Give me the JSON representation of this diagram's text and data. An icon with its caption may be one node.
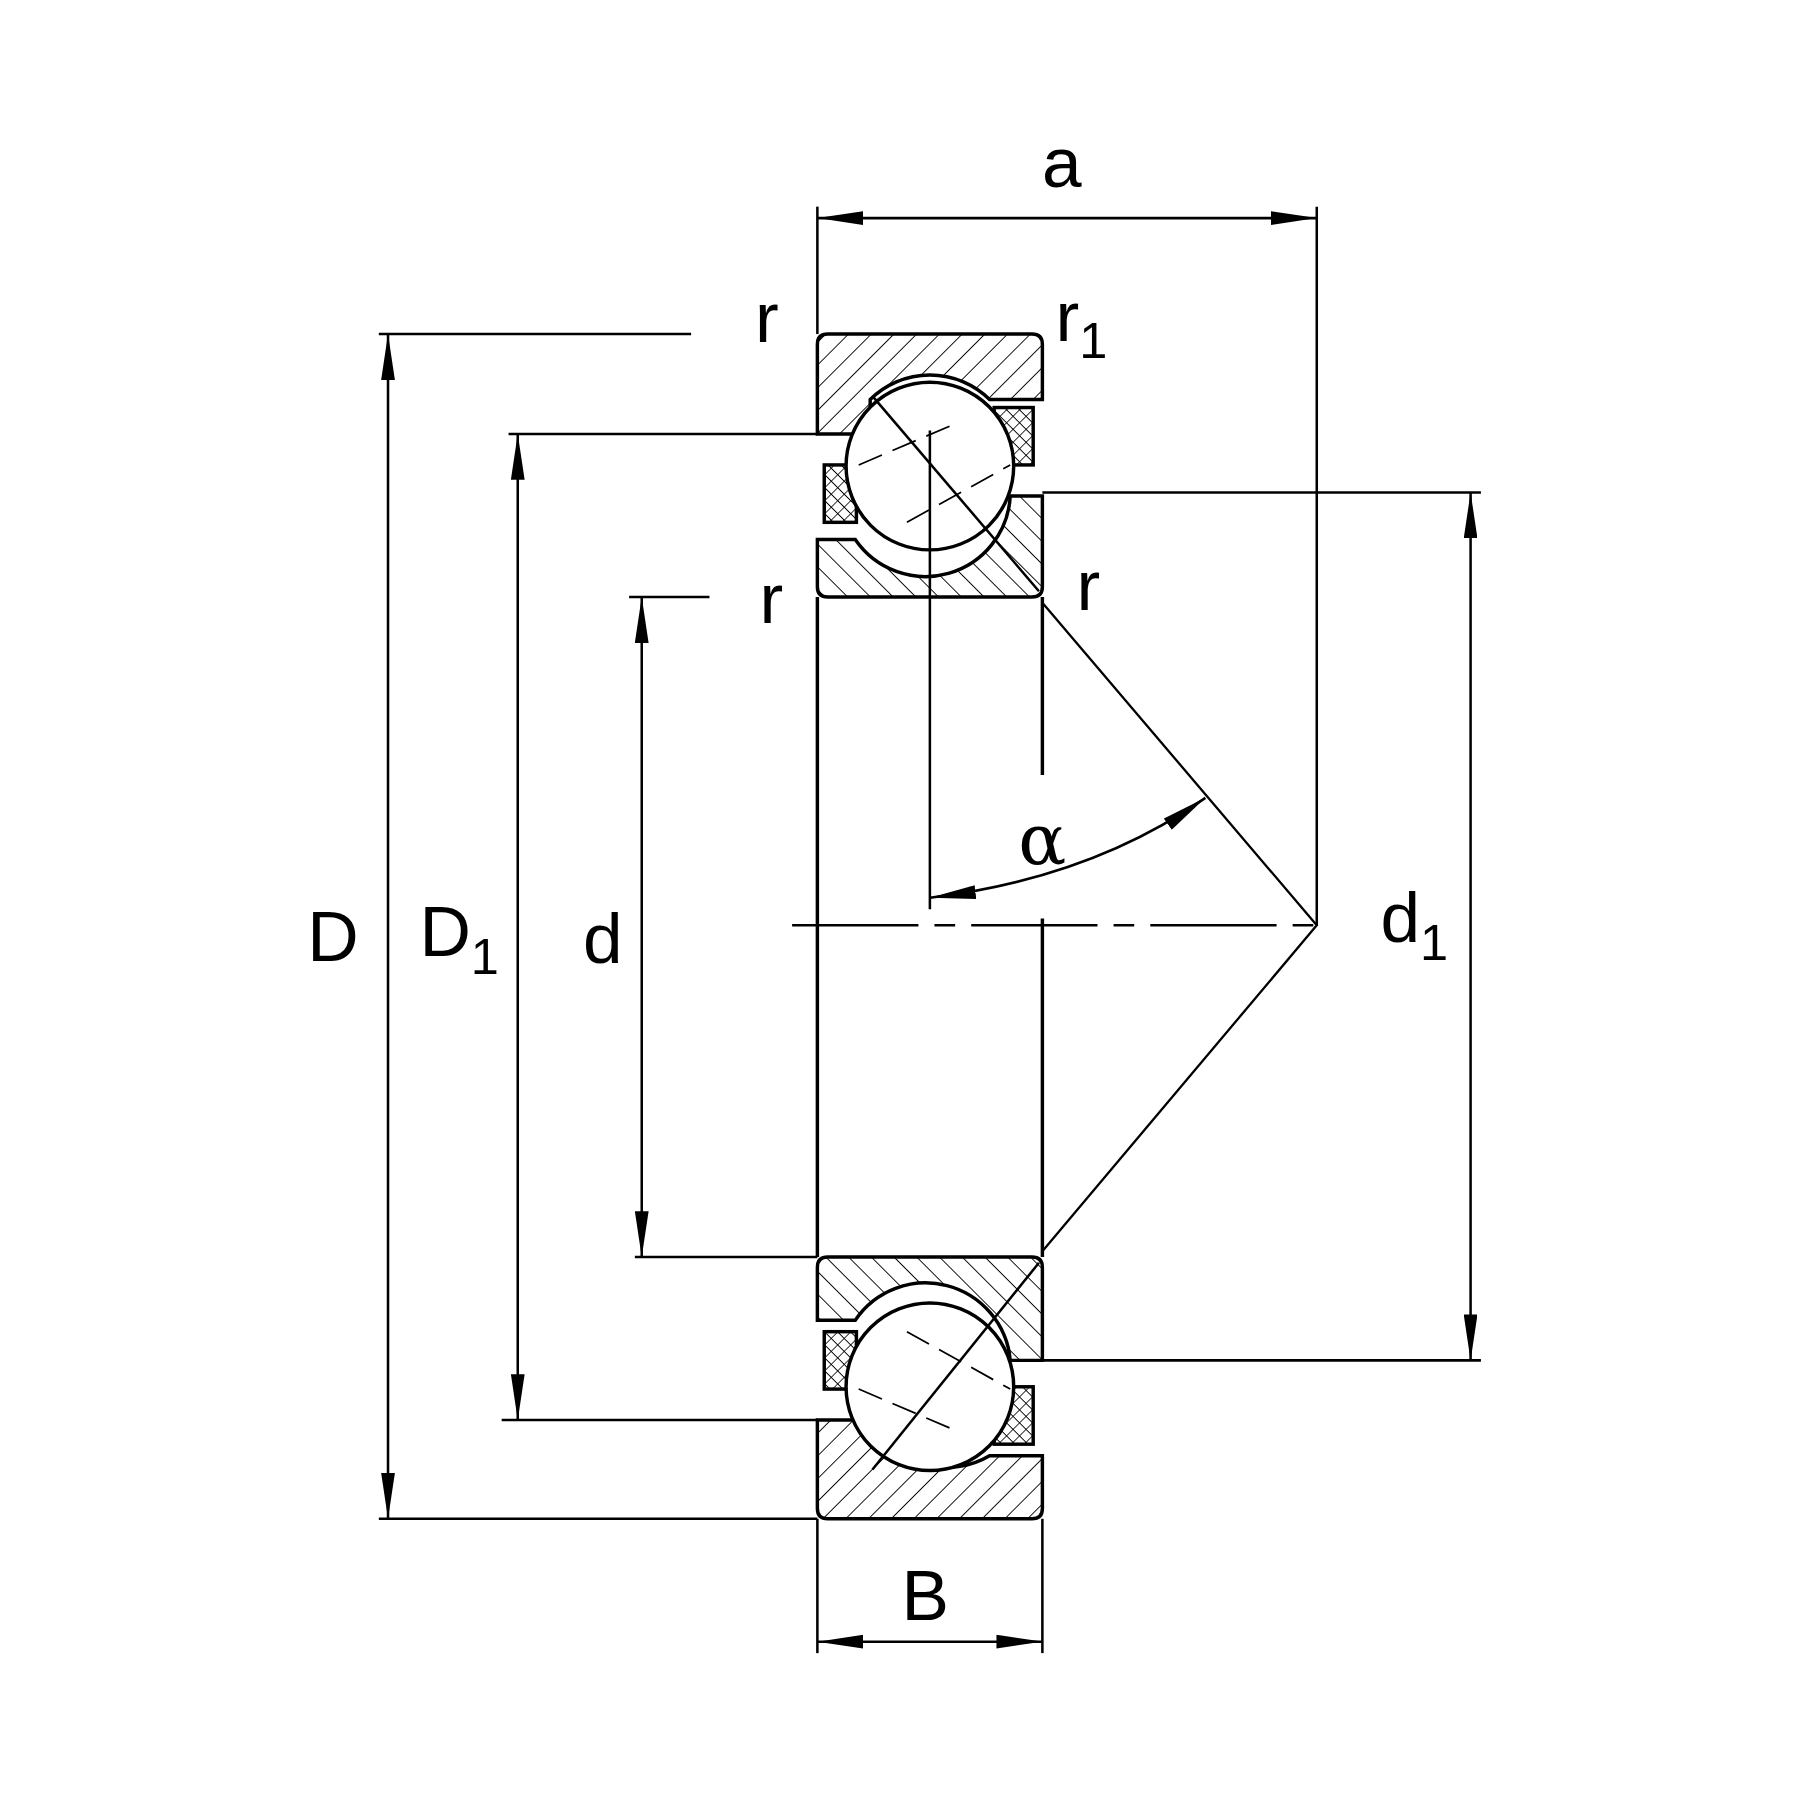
{
  "diagram": {
    "labels": [
      "a",
      "r",
      "r$_{1}$",
      "r",
      "r",
      "α",
      "D",
      "D$_{1}$",
      "d",
      "d$_{1}$",
      "B"
    ]
  }
}
